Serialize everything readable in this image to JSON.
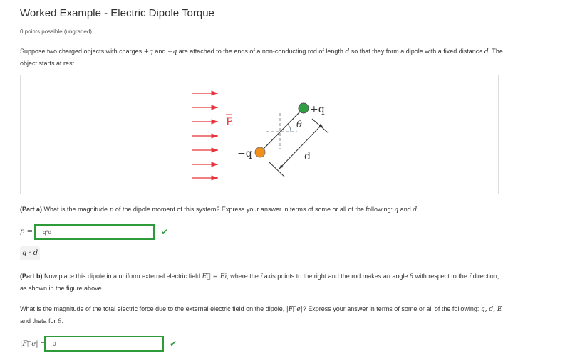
{
  "title": "Worked Example - Electric Dipole Torque",
  "points": "0 points possible (ungraded)",
  "intro": {
    "t1": "Suppose two charged objects with charges ",
    "m1": "+q",
    "t2": " and ",
    "m2": "−q",
    "t3": " are attached to the ends of a non-conducting rod of length ",
    "m3": "d",
    "t4": " so that they form a dipole with a fixed distance ",
    "m4": "d",
    "t5": ". The object starts at rest."
  },
  "figure": {
    "field_label": "E",
    "plus_label": "+q",
    "minus_label": "−q",
    "angle_label": "θ",
    "distance_label": "d",
    "field_color": "#e8333a",
    "plus_color": "#2ea043",
    "minus_color": "#f39019"
  },
  "part_a": {
    "bold": "(Part a)",
    "t1": " What is the magnitude ",
    "m1": "p",
    "t2": " of the dipole moment of this system? Express your answer in terms of some or all of the following: ",
    "m2": "q",
    "t3": " and ",
    "m3": "d",
    "t4": ".",
    "input_label": "p =",
    "input_value": "q*d",
    "preview": "q · d",
    "status": "✔"
  },
  "part_b": {
    "bold": "(Part b)",
    "t1": " Now place this dipole in a uniform external electric field ",
    "m1": "E⃗ = Eî",
    "t2": ", where the ",
    "m2": "î",
    "t3": " axis points to the right and the rod makes an angle ",
    "m3": "θ",
    "t4": " with respect to the ",
    "m4": "î",
    "t5": " direction, as shown in the figure above.",
    "q1": "What is the magnitude of the total electric force due to the external electric field on the dipole, ",
    "qm": "|F⃗e|",
    "q2": "? Express your answer in terms of some or all of the following: ",
    "qm2": "q, d, E",
    "q3": " and theta for ",
    "qm3": "θ",
    "q4": ".",
    "input_label": "|F⃗e| =",
    "input_value": "0",
    "status": "✔"
  }
}
